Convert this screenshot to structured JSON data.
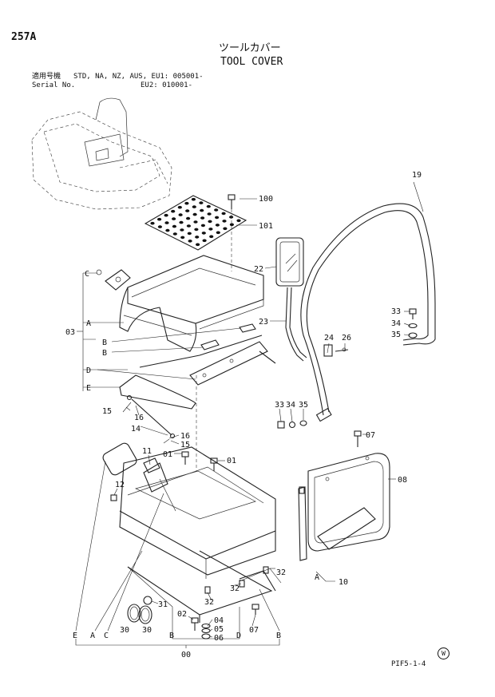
{
  "header": {
    "page_number": "257A",
    "title_jp": "ツールカバー",
    "title_en": "TOOL COVER",
    "applicable_model_label": "適用号機",
    "applicable_model_value": "STD, NA, NZ, AUS, EU1: 005001-",
    "serial_label": "Serial No.",
    "serial_value": "EU2: 010001-"
  },
  "callouts": {
    "p19": "19",
    "p100": "100",
    "p101": "101",
    "p22": "22",
    "p23": "23",
    "p33a": "33",
    "p34a": "34",
    "p35a": "35",
    "p24": "24",
    "p26": "26",
    "p33b": "33",
    "p34b": "34",
    "p35b": "35",
    "pC": "C",
    "p03": "03",
    "pA": "A",
    "pB1": "B",
    "pB2": "B",
    "pD": "D",
    "pE": "E",
    "p15a": "15",
    "p16a": "16",
    "p14": "14",
    "p16b": "16",
    "p15b": "15",
    "p07a": "07",
    "p08": "08",
    "p11": "11",
    "p01a": "01",
    "p01b": "01",
    "p12": "12",
    "p31": "31",
    "p32a": "32",
    "p32b": "32",
    "p32c": "32",
    "p02": "02",
    "p04": "04",
    "p05": "05",
    "p06": "06",
    "p07b": "07",
    "p30a": "30",
    "p30b": "30",
    "pA2": "A",
    "p10": "10",
    "bE": "E",
    "bA": "A",
    "bC": "C",
    "bB1": "B",
    "bD": "D",
    "bB2": "B",
    "b00": "00"
  },
  "footer": {
    "drawing_code": "PIF5-1-4",
    "watermark_letter": "W"
  }
}
